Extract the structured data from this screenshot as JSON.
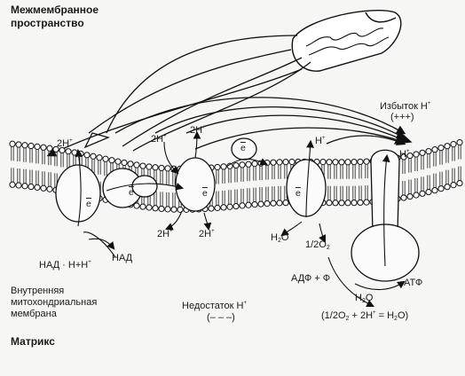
{
  "labels": {
    "intermembrane_space_1": "Межмембранное",
    "intermembrane_space_2": "пространство",
    "excess_h": "Избыток Н",
    "excess_sign": "(+++)",
    "h_top": "Н",
    "h_right": "Н",
    "h_left_top": "2Н",
    "h_mid_top": "2Н",
    "h_center_top": "2Н",
    "h_bottom_1": "2Н",
    "h_bottom_2": "2Н",
    "nadh": "НАД · Н+Н",
    "nad": "НАД",
    "h2o_left": "Н",
    "h2o_left_sub": "2",
    "h2o_left_tail": "О",
    "half_o2": "1/2О",
    "half_o2_sub": "2",
    "adp": "АДФ + Ф",
    "atp": "АТФ",
    "h2o_bottom": "Н",
    "h2o_bottom_sub": "2",
    "h2o_bottom_tail": "О",
    "equation": "(1/2О",
    "equation_sub": "2",
    "equation_tail": " + 2Н",
    "equation_end": " = Н",
    "equation_end_sub": "2",
    "equation_final": "О)",
    "inner_membrane_1": "Внутренняя",
    "inner_membrane_2": "митохондриальная",
    "inner_membrane_3": "мембрана",
    "deficit_h": "Недостаток Н",
    "deficit_sign": "(– – –)",
    "matrix": "Матрикс",
    "plus": "+",
    "electron": "е"
  }
}
